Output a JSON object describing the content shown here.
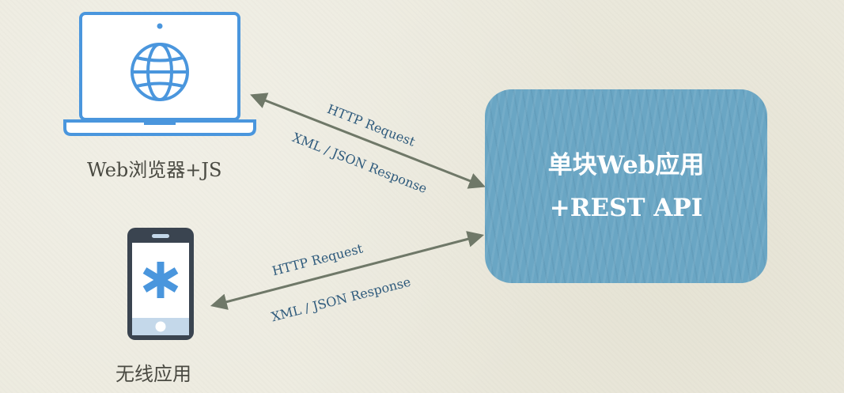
{
  "browser": {
    "label": "Web浏览器+JS"
  },
  "mobile": {
    "label": "无线应用"
  },
  "server": {
    "line1": "单块Web应用",
    "line2": "+REST API"
  },
  "top_arrow": {
    "request": "HTTP Request",
    "response": "XML / JSON Response"
  },
  "bottom_arrow": {
    "request": "HTTP Request",
    "response": "XML / JSON Response"
  },
  "colors": {
    "background": "#eceade",
    "node_fill": "#6aa6c4",
    "icon_blue": "#4a96dd",
    "phone_frame": "#3a4450",
    "arrow": "#6f7868",
    "arrow_text": "#2e5a7c"
  }
}
